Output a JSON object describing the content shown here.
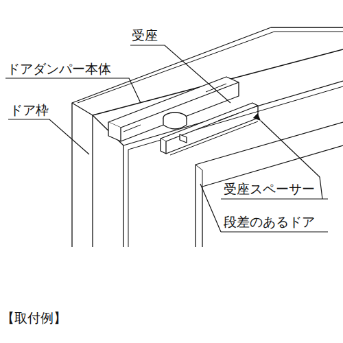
{
  "diagram": {
    "caption": "【取付例】",
    "labels": [
      "受座",
      "ドアダンパー本体",
      "ドア枠",
      "受座スペーサー",
      "段差のあるドア"
    ]
  }
}
